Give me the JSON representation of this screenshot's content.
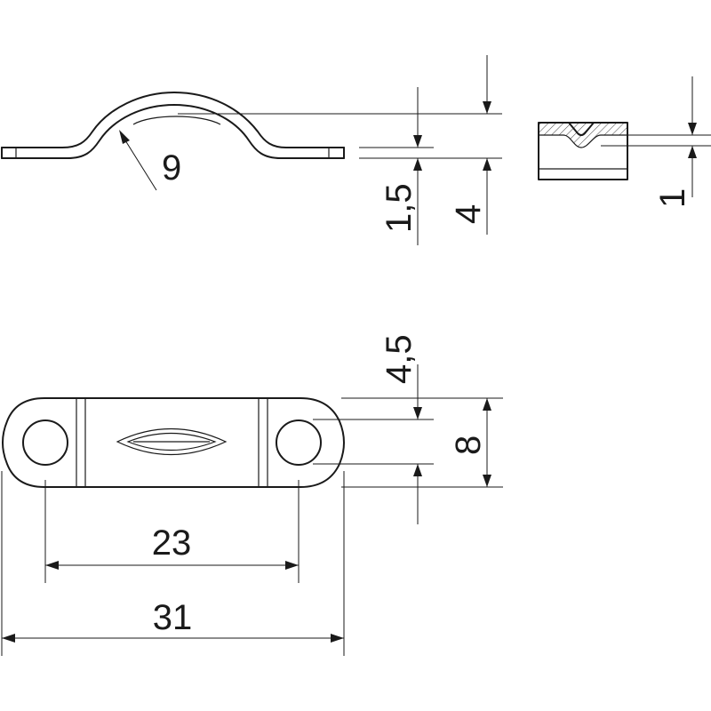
{
  "dimensions": {
    "radius": "9",
    "thickness": "1,5",
    "height": "4",
    "groove_depth": "1",
    "hole_diameter": "4,5",
    "width": "8",
    "hole_spacing": "23",
    "overall_length": "31"
  }
}
